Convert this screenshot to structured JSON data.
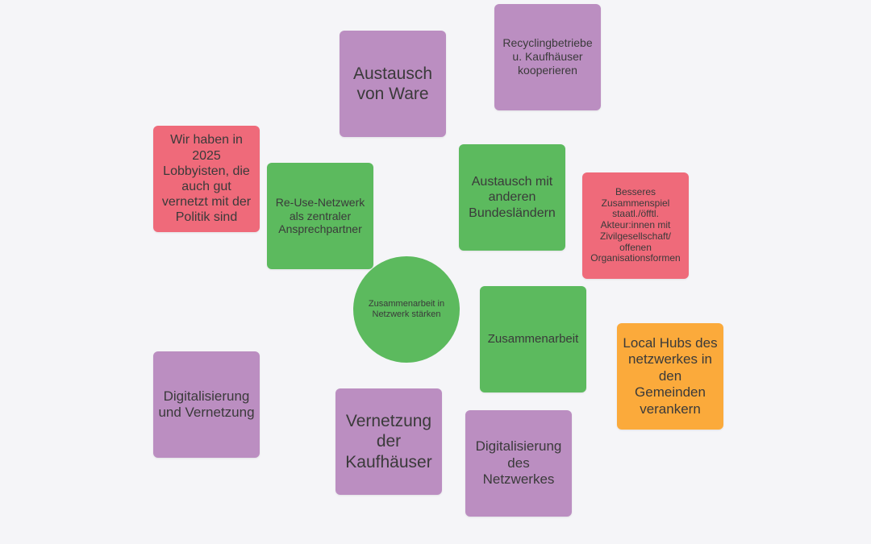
{
  "center": {
    "label": "Zusammenarbeit in Netzwerk stärken"
  },
  "notes": {
    "austausch_ware": "Austausch von Ware",
    "recycling": "Recyclingbetriebe u. Kaufhäuser kooperieren",
    "lobbyisten": "Wir haben in 2025 Lobbyisten, die auch gut vernetzt mit der Politik sind",
    "reuse_netzwerk": "Re-Use-Netzwerk als zentraler Ansprechpartner",
    "austausch_bundeslaender": "Austausch mit anderen Bundesländern",
    "zusammenspiel": "Besseres Zusammenspiel staatl./öfftl. Akteur:innen mit Zivilgesellschaft/ offenen Organisationsformen",
    "zusammenarbeit": "Zusammenarbeit",
    "local_hubs": "Local Hubs des netzwerkes in den Gemeinden verankern",
    "digitalisierung_vernetzung": "Digitalisierung und Vernetzung",
    "vernetzung_kaufhaeuser": "Vernetzung der Kaufhäuser",
    "digitalisierung_netzwerkes": "Digitalisierung des Netzwerkes"
  },
  "colors": {
    "purple": "#bb8ec1",
    "green": "#5cba5e",
    "red": "#ef6a7a",
    "orange": "#fbaa3b",
    "background": "#f5f5f8"
  }
}
